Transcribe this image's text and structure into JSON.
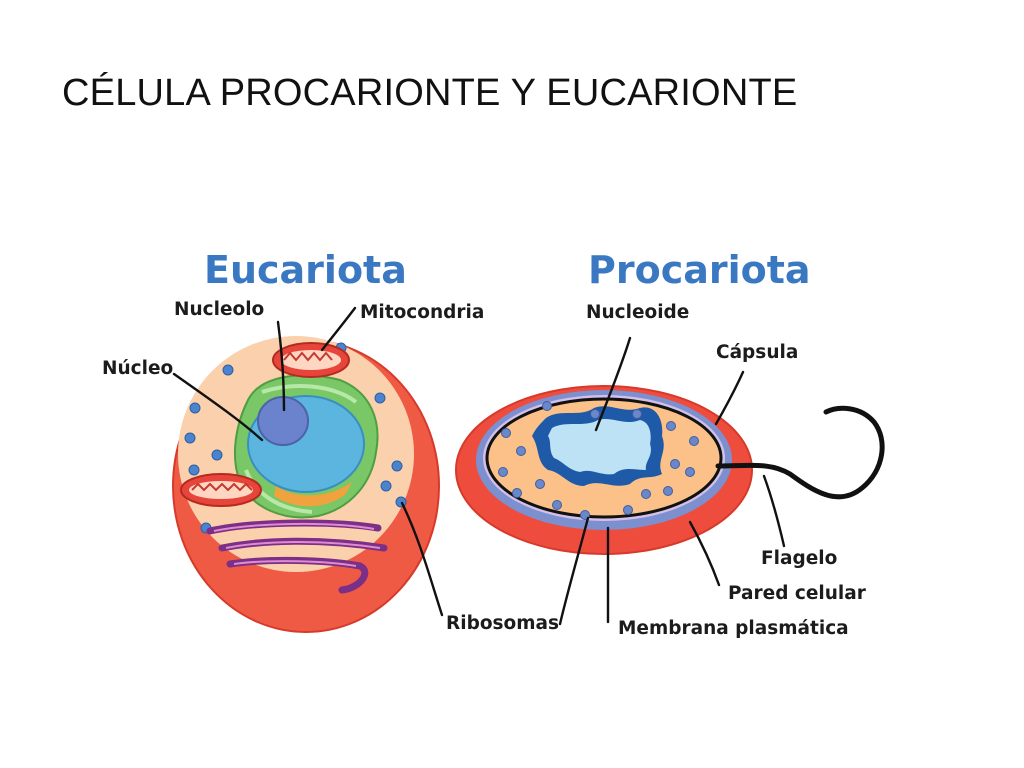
{
  "slide": {
    "title": "CÉLULA PROCARIONTE Y EUCARIONTE"
  },
  "colors": {
    "heading_blue": "#3a78c2",
    "membrane_red": "#ea4a3a",
    "cytoplasm_peach": "#fbd0ad",
    "nucleus_blue": "#5bb5df",
    "nucleolus": "#6b82cc",
    "envelope_green": "#79c766",
    "golgi_purple": "#7b2f86",
    "nucleoid_dark_blue": "#1e5aa8",
    "capsule_blue": "#7c8fcf",
    "flagellum": "#111111"
  },
  "eukaryote": {
    "heading": "Eucariota",
    "labels": {
      "nucleolo": "Nucleolo",
      "mitocondria": "Mitocondria",
      "nucleo": "Núcleo",
      "ribosomas": "Ribosomas"
    }
  },
  "prokaryote": {
    "heading": "Procariota",
    "labels": {
      "nucleoide": "Nucleoide",
      "capsula": "Cápsula",
      "flagelo": "Flagelo",
      "pared": "Pared celular",
      "membrana": "Membrana plasmática"
    }
  }
}
